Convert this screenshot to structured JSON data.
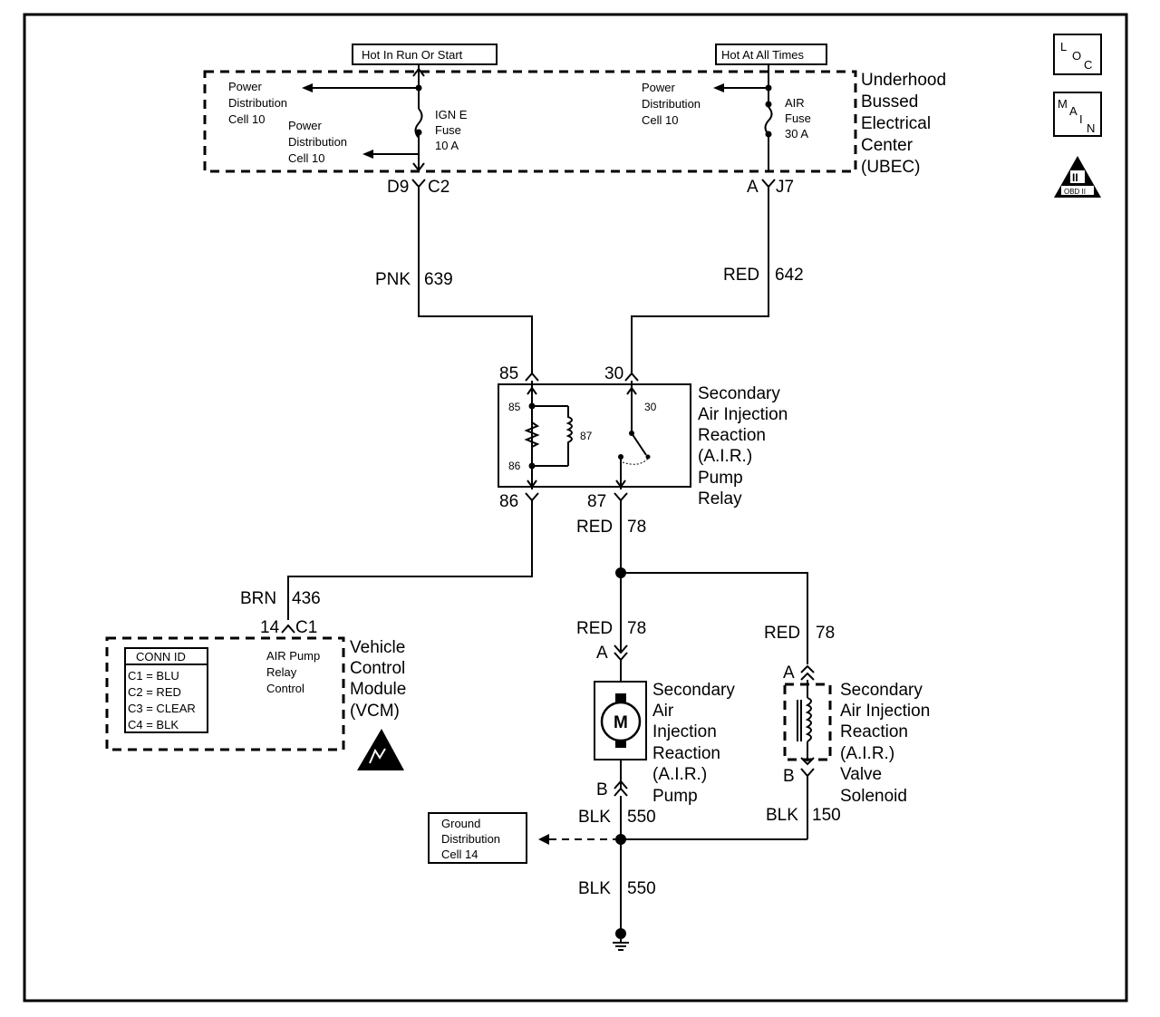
{
  "power": {
    "hot_run_start": "Hot In Run Or Start",
    "hot_all_times": "Hot At All Times"
  },
  "ubec": {
    "label": [
      "Underhood",
      "Bussed",
      "Electrical",
      "Center",
      "(UBEC)"
    ],
    "pd_a": [
      "Power",
      "Distribution",
      "Cell 10"
    ],
    "pd_b": [
      "Power",
      "Distribution",
      "Cell 10"
    ],
    "pd_c": [
      "Power",
      "Distribution",
      "Cell 10"
    ],
    "fuse_ign": [
      "IGN E",
      "Fuse",
      "10 A"
    ],
    "fuse_air": [
      "AIR",
      "Fuse",
      "30 A"
    ],
    "pin_d9": "D9",
    "pin_c2": "C2",
    "pin_a": "A",
    "pin_j7": "J7"
  },
  "wires": {
    "pnk_color": "PNK",
    "pnk_num": "639",
    "red642_color": "RED",
    "red642_num": "642",
    "red78a_color": "RED",
    "red78a_num": "78",
    "red78b_color": "RED",
    "red78b_num": "78",
    "red78c_color": "RED",
    "red78c_num": "78",
    "brn_color": "BRN",
    "brn_num": "436",
    "blk550a_color": "BLK",
    "blk550a_num": "550",
    "blk550b_color": "BLK",
    "blk550b_num": "550",
    "blk150_color": "BLK",
    "blk150_num": "150"
  },
  "relay": {
    "label": [
      "Secondary",
      "Air Injection",
      "Reaction",
      "(A.I.R.)",
      "Pump",
      "Relay"
    ],
    "pin85_out": "85",
    "pin30_out": "30",
    "pin86_out": "86",
    "pin87_out": "87",
    "pin85_in": "85",
    "pin86_in": "86",
    "pin87_in": "87",
    "pin30_in": "30"
  },
  "vcm": {
    "label": [
      "Vehicle",
      "Control",
      "Module",
      "(VCM)"
    ],
    "pin14": "14",
    "pin_c1": "C1",
    "ctrl": [
      "AIR Pump",
      "Relay",
      "Control"
    ],
    "conn_title": "CONN ID",
    "conn_rows": [
      "C1 = BLU",
      "C2 = RED",
      "C3 = CLEAR",
      "C4 = BLK"
    ]
  },
  "pump": {
    "label": [
      "Secondary",
      "Air",
      "Injection",
      "Reaction",
      "(A.I.R.)",
      "Pump"
    ],
    "motor": "M",
    "pin_a": "A",
    "pin_b": "B"
  },
  "solenoid": {
    "label": [
      "Secondary",
      "Air Injection",
      "Reaction",
      "(A.I.R.)",
      "Valve",
      "Solenoid"
    ],
    "pin_a": "A",
    "pin_b": "B"
  },
  "ground": {
    "label": [
      "Ground",
      "Distribution",
      "Cell 14"
    ]
  },
  "badges": {
    "loc": [
      "L",
      "O",
      "C"
    ],
    "main": [
      "M",
      "A",
      "I",
      "N"
    ],
    "obd_roman": "II",
    "obd_text": "OBD II"
  }
}
